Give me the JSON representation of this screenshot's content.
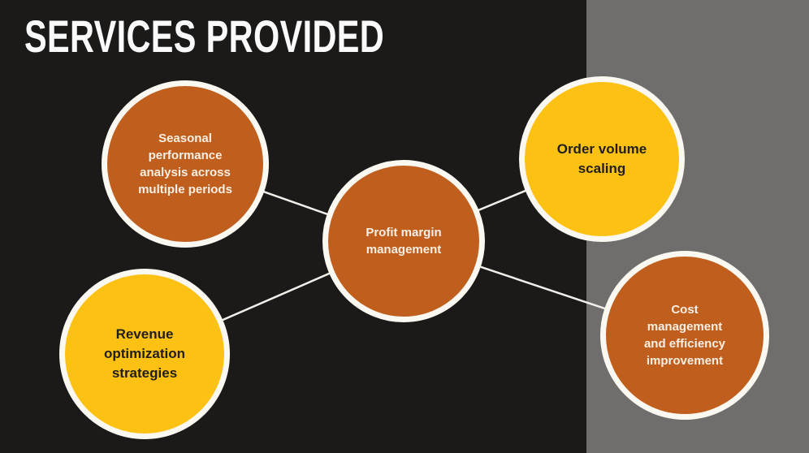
{
  "title": "SERVICES PROVIDED",
  "colors": {
    "background": "#1b1a19",
    "side_panel": "#6f6e6c",
    "orange": "#c05f1d",
    "yellow": "#fdc113",
    "connector_line": "#f2efe9",
    "circle_border": "#fbf8f2",
    "light_text": "#f9efe4",
    "dark_text": "#1f1e1c"
  },
  "nodes": {
    "center": {
      "label": "Profit margin management",
      "color": "orange"
    },
    "top_left": {
      "label": "Seasonal performance analysis across multiple periods",
      "color": "orange"
    },
    "top_right": {
      "label": "Order volume scaling",
      "color": "yellow"
    },
    "bottom_left": {
      "label": "Revenue optimization strategies",
      "color": "yellow"
    },
    "bottom_right": {
      "label": "Cost management and efficiency improvement",
      "color": "orange"
    }
  }
}
